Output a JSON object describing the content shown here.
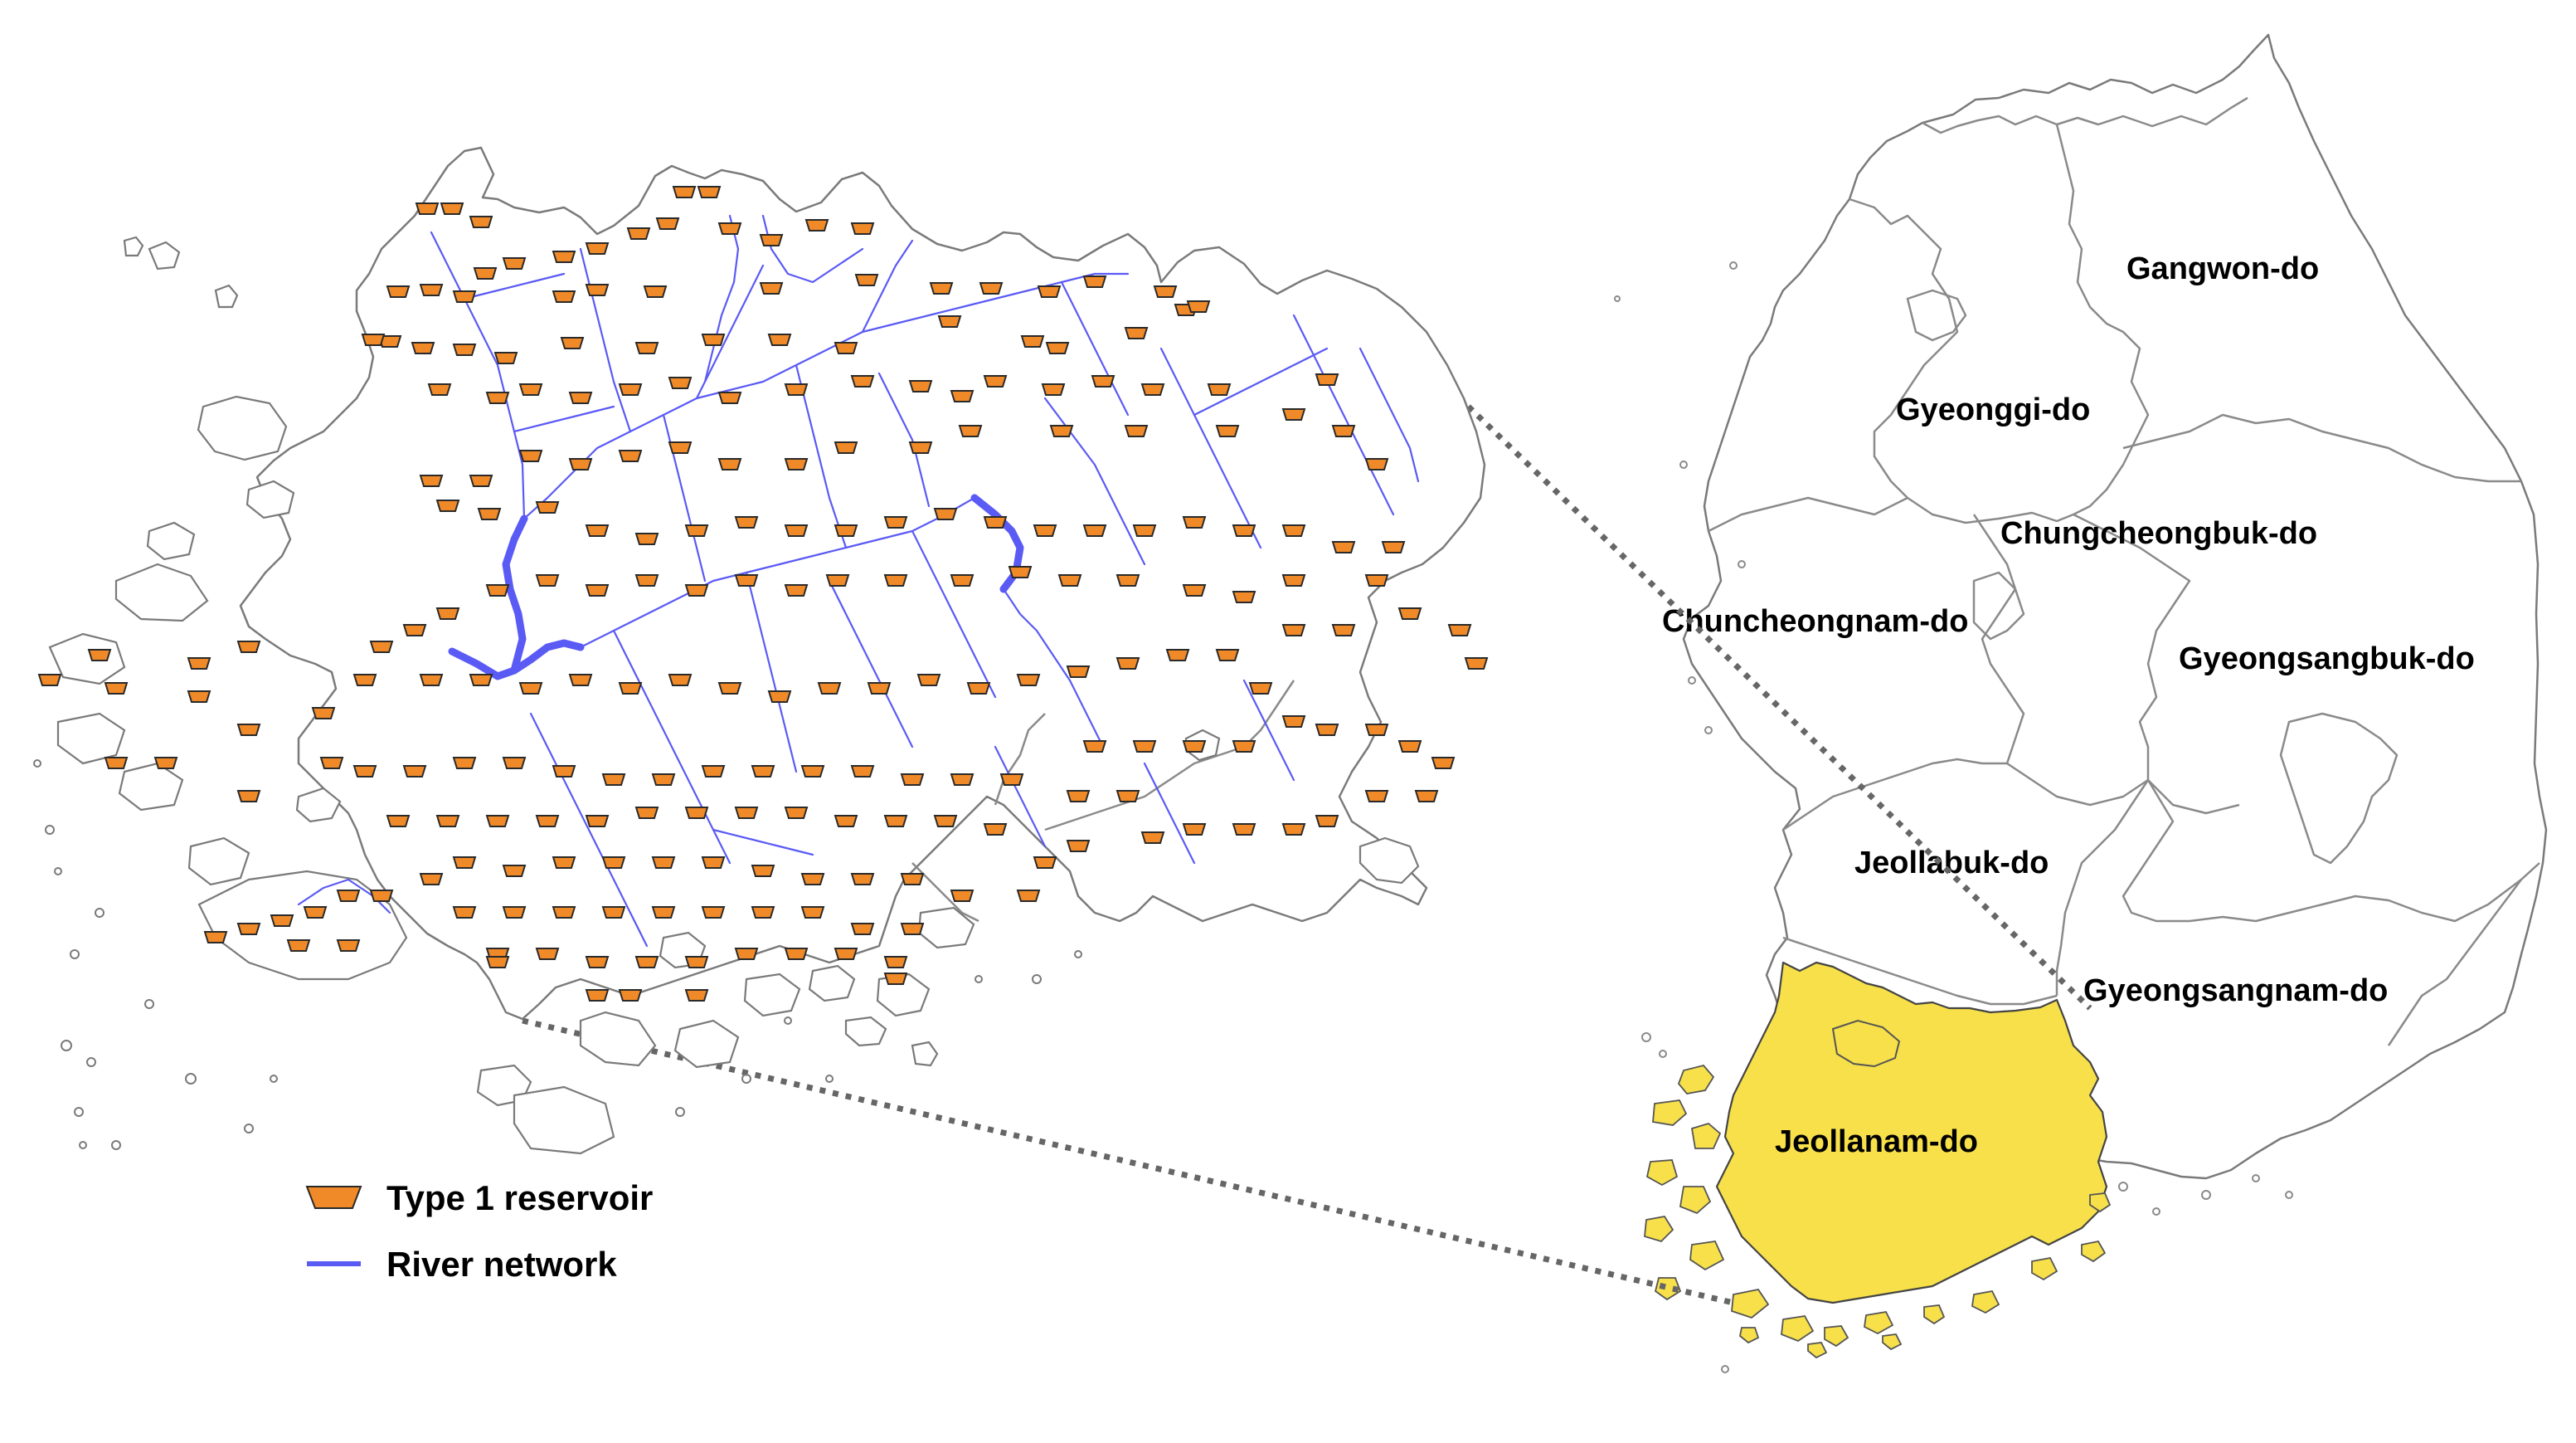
{
  "map": {
    "provinces": [
      {
        "id": "gangwon",
        "name": "Gangwon-do"
      },
      {
        "id": "gyeonggi",
        "name": "Gyeonggi-do"
      },
      {
        "id": "chungbuk",
        "name": "Chungcheongbuk-do"
      },
      {
        "id": "chungnam",
        "name": "Chuncheongnam-do"
      },
      {
        "id": "gyeongbuk",
        "name": "Gyeongsangbuk-do"
      },
      {
        "id": "jeonbuk",
        "name": "Jeollabuk-do"
      },
      {
        "id": "gyeongnam",
        "name": "Gyeongsangnam-do"
      },
      {
        "id": "jeonnam",
        "name": "Jeollanam-do",
        "highlighted": true
      }
    ],
    "highlight_color": "#f7e04a",
    "reservoir_color": "#f08a28",
    "river_color": "#5a5af5"
  },
  "legend": {
    "items": [
      {
        "symbol": "reservoir",
        "label": "Type 1 reservoir"
      },
      {
        "symbol": "river",
        "label": "River network"
      }
    ]
  }
}
